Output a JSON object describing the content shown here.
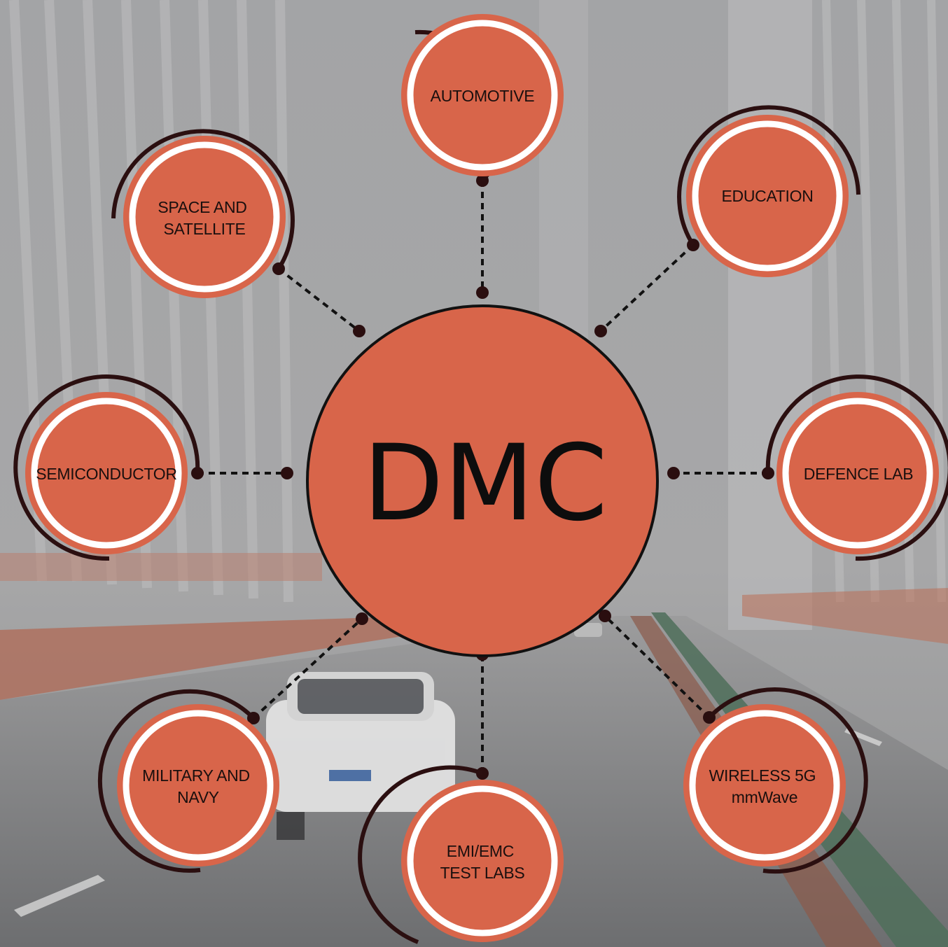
{
  "diagram": {
    "hub": {
      "label": "DMC"
    },
    "nodes": [
      {
        "id": "automotive",
        "lines": [
          "AUTOMOTIVE"
        ]
      },
      {
        "id": "education",
        "lines": [
          "EDUCATION"
        ]
      },
      {
        "id": "defence-lab",
        "lines": [
          "DEFENCE LAB"
        ]
      },
      {
        "id": "wireless-5g",
        "lines": [
          "WIRELESS 5G",
          "mmWave"
        ]
      },
      {
        "id": "emi-emc",
        "lines": [
          "EMI/EMC",
          "TEST LABS"
        ]
      },
      {
        "id": "military-navy",
        "lines": [
          "MILITARY AND",
          "NAVY"
        ]
      },
      {
        "id": "semiconductor",
        "lines": [
          "SEMICONDUCTOR"
        ]
      },
      {
        "id": "space-satellite",
        "lines": [
          "SPACE AND",
          "SATELLITE"
        ]
      }
    ]
  },
  "colors": {
    "node_fill": "#d8654a",
    "ring": "#ffffff",
    "outer_arc": "#2b0f10",
    "connector": "#111111"
  }
}
